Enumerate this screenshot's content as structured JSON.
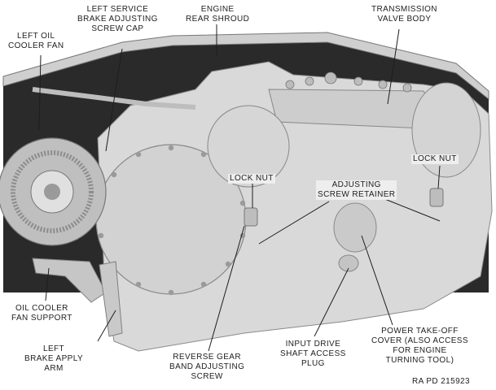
{
  "labels": {
    "left_oil_cooler_fan": "LEFT OIL\nCOOLER FAN",
    "left_service_brake_adjusting_screw_cap": "LEFT SERVICE\nBRAKE ADJUSTING\nSCREW CAP",
    "engine_rear_shroud": "ENGINE\nREAR SHROUD",
    "transmission_valve_body": "TRANSMISSION\nVALVE BODY",
    "lock_nut_left": "LOCK NUT",
    "lock_nut_right": "LOCK NUT",
    "adjusting_screw_retainer": "ADJUSTING\nSCREW RETAINER",
    "oil_cooler_fan_support": "OIL COOLER\nFAN SUPPORT",
    "left_brake_apply_arm": "LEFT\nBRAKE APPLY\nARM",
    "reverse_gear_band_adjusting_screw": "REVERSE GEAR\nBAND ADJUSTING\nSCREW",
    "input_drive_shaft_access_plug": "INPUT DRIVE\nSHAFT ACCESS\nPLUG",
    "power_take_off_cover": "POWER TAKE-OFF\nCOVER (ALSO ACCESS\nFOR ENGINE\nTURNING TOOL)",
    "reference_number": "RA PD 215923"
  },
  "colors": {
    "background": "#ffffff",
    "casting": "#d9d9d9",
    "casting_shade": "#b9b9b9",
    "dark_interior": "#2a2a2a",
    "ink": "#1e1e1e"
  }
}
